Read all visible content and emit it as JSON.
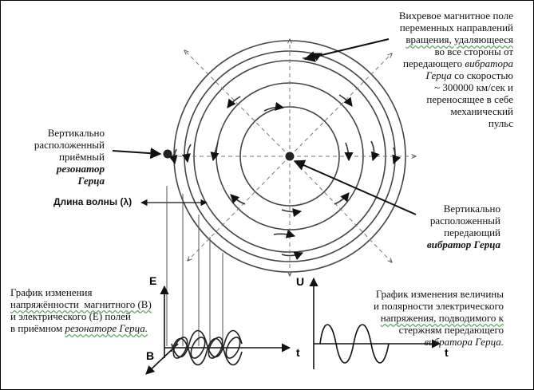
{
  "vortex_label": {
    "line1": "Вихревое магнитное поле",
    "line2": "переменных направлений",
    "line3": "вращения, удаляющееся",
    "line4": "во все стороны от",
    "line5": "передающего",
    "line5_italic": "вибратора",
    "line6_italic": "Герца",
    "line6": "со скоростью",
    "line7": "~ 300000 км/сек и",
    "line8": "переносящее в себе",
    "line9": "механический",
    "line10": "пульс"
  },
  "receiver_label": {
    "line1": "Вертикально",
    "line2": "расположенный",
    "line3": "приёмный",
    "line4_bold_italic": "резонатор",
    "line5_bold_italic": "Герца"
  },
  "transmitter_label": {
    "line1": "Вертикально",
    "line2": "расположенный",
    "line3": "передающий",
    "line4_bold_italic": "вибратор Герца"
  },
  "wavelength_label": "Длина волны (λ)",
  "left_graph_label": {
    "line1": "График изменения",
    "line2": "напряжённости  магнитного (В)",
    "line3": "и электрического (Е) полей",
    "line4": "в приёмном",
    "line4_italic": "резонаторе Герца."
  },
  "right_graph_label": {
    "line1": "График изменения величины",
    "line2": "и полярности электрического",
    "line3": "напряжения, подводимого к",
    "line4": "стержням передающего",
    "line5_italic": "вибратора Герца."
  },
  "axis_labels": {
    "e_axis": "E",
    "b_axis": "B",
    "t_axis_left": "t",
    "u_axis": "U",
    "t_axis_right": "t"
  }
}
